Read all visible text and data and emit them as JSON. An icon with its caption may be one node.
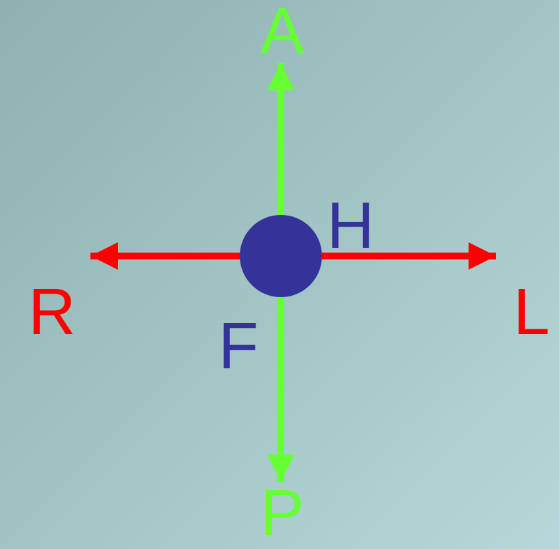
{
  "diagram": {
    "nodes": [
      {
        "text": [],
        "shape": "circle",
        "beside": [
          "H",
          "F"
        ]
      },
      {
        "text": [
          "A"
        ]
      },
      {
        "text": [
          "R"
        ]
      },
      {
        "text": [
          "L"
        ]
      },
      {
        "text": [
          "P"
        ]
      }
    ],
    "edges": [
      {
        "from": 0,
        "to": 1,
        "arrow": "to",
        "color": "#66ff33"
      },
      {
        "from": 0,
        "to": 2,
        "arrow": "to",
        "color": "#ff0000"
      },
      {
        "from": 0,
        "to": 3,
        "arrow": "to",
        "color": "#ff0000"
      },
      {
        "from": 0,
        "to": 4,
        "arrow": "to",
        "color": "#66ff33"
      }
    ]
  }
}
